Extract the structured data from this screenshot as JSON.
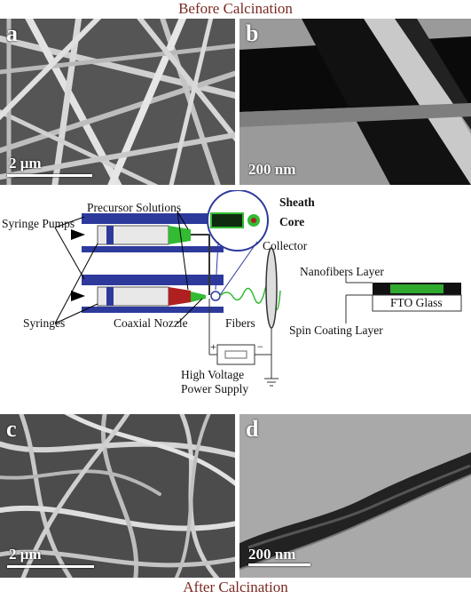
{
  "captions": {
    "top": "Before Calcination",
    "bottom": "After Calcination"
  },
  "panels": {
    "a": {
      "label": "a",
      "scale": "2 μm"
    },
    "b": {
      "label": "b",
      "scale": "200 nm"
    },
    "c": {
      "label": "c",
      "scale": "2 μm"
    },
    "d": {
      "label": "d",
      "scale": "200 nm"
    }
  },
  "schematic": {
    "precursor_solutions": "Precursor Solutions",
    "syringe_pumps": "Syringe Pumps",
    "syringes": "Syringes",
    "coaxial_nozzle": "Coaxial Nozzle",
    "fibers": "Fibers",
    "collector": "Collector",
    "sheath": "Sheath",
    "core": "Core",
    "high_voltage_line1": "High Voltage",
    "high_voltage_line2": "Power Supply",
    "nanofibers_layer": "Nanofibers Layer",
    "fto_glass": "FTO Glass",
    "spin_coating_layer": "Spin Coating Layer"
  },
  "colors": {
    "caption": "#7a2a22",
    "pump_blue": "#2d3a9c",
    "sheath_green": "#33bb33",
    "core_red": "#b02020"
  }
}
